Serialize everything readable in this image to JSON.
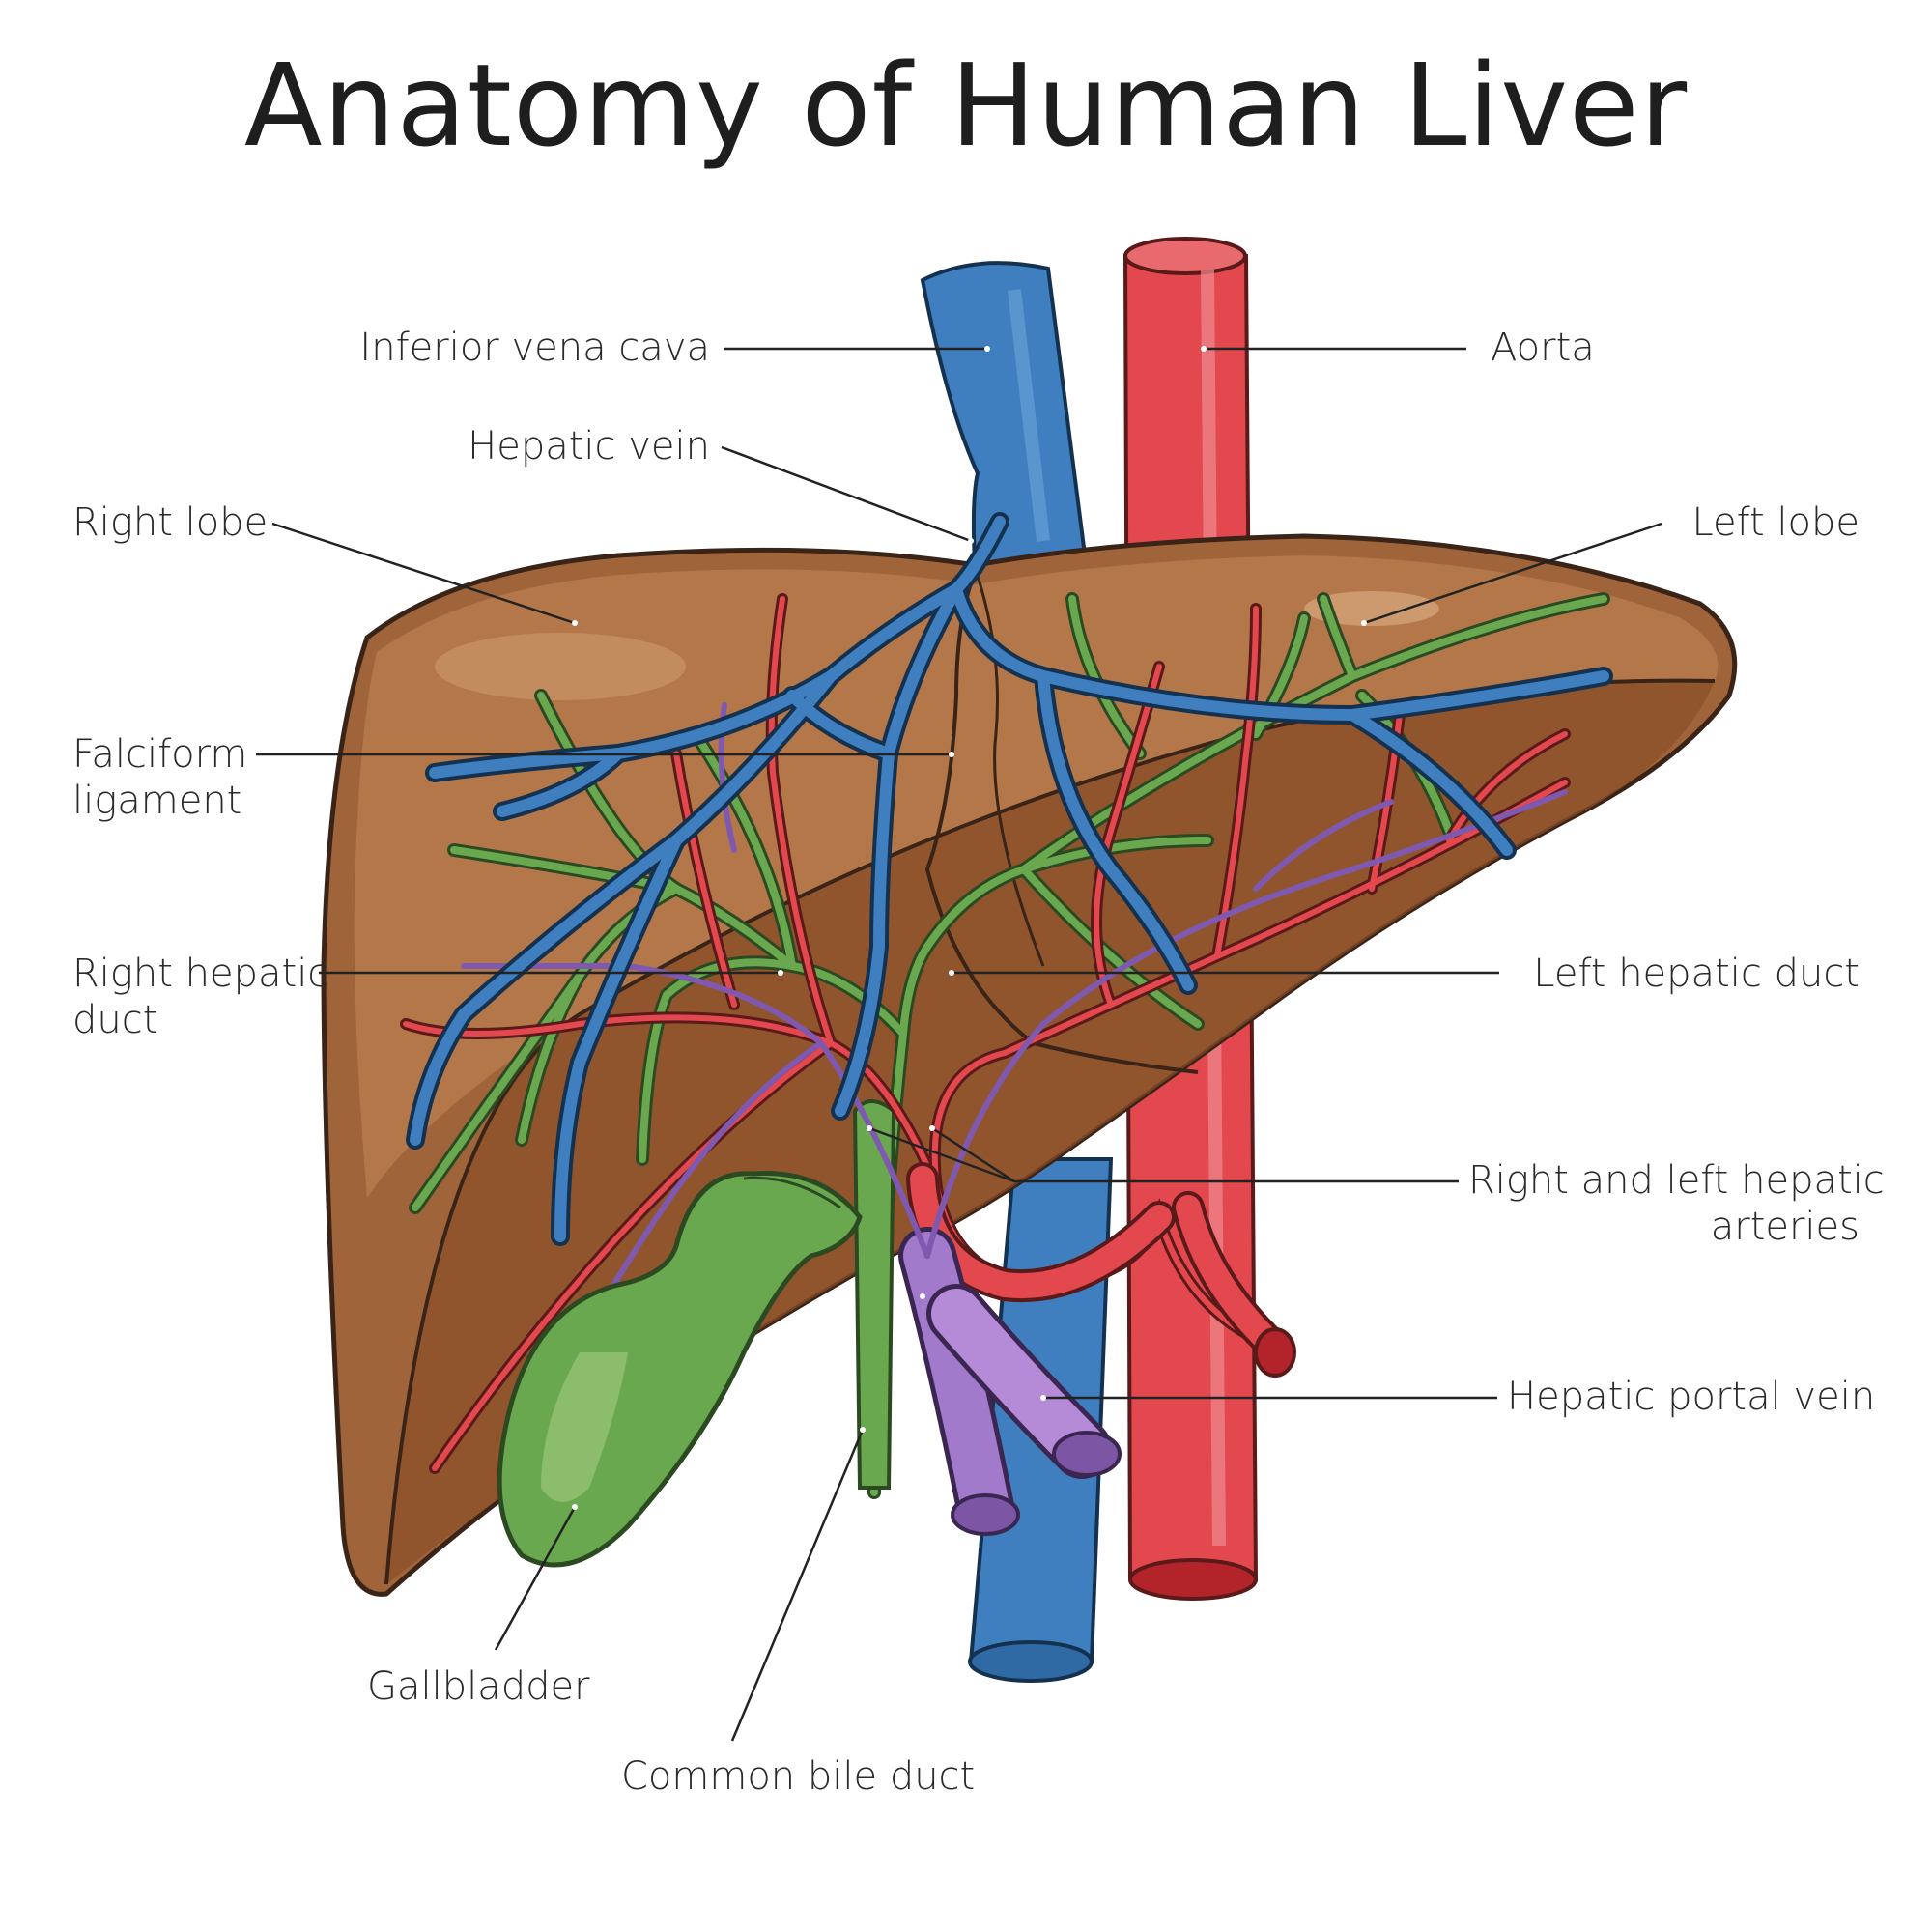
{
  "title": "Anatomy of Human Liver",
  "labels": {
    "inferior_vena_cava": "Inferior vena cava",
    "aorta": "Aorta",
    "hepatic_vein": "Hepatic vein",
    "right_lobe": "Right lobe",
    "left_lobe": "Left lobe",
    "falciform_1": "Falciform",
    "falciform_2": "ligament",
    "right_hepatic_duct_1": "Right hepatic",
    "right_hepatic_duct_2": "duct",
    "left_hepatic_duct": "Left hepatic duct",
    "hepatic_arteries_1": "Right and left hepatic",
    "hepatic_arteries_2": "arteries",
    "hepatic_portal_vein": "Hepatic portal vein",
    "gallbladder": "Gallbladder",
    "common_bile_duct": "Common bile duct"
  },
  "colors": {
    "liver": "#a0643a",
    "liver_light": "#c08a5e",
    "liver_dark": "#8a4f2a",
    "vein_blue": "#3f7fbf",
    "artery_red": "#e2484e",
    "bile_green": "#6aa84f",
    "portal_purple": "#a27acb",
    "outline": "#3a2418"
  }
}
